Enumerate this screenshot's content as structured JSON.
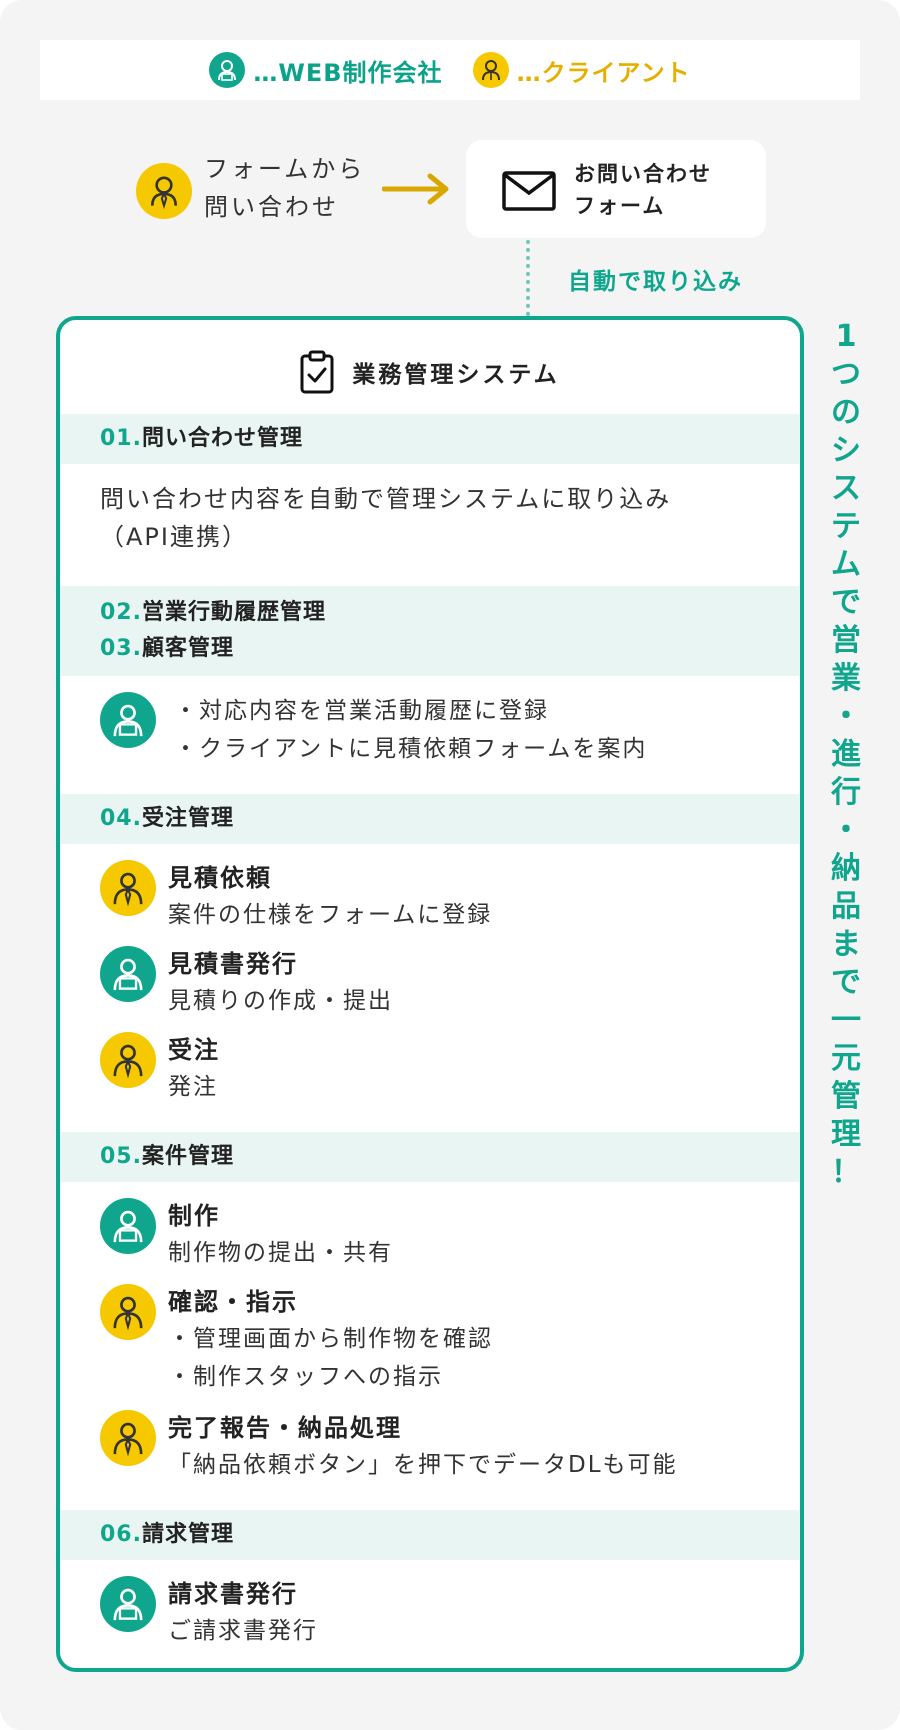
{
  "legend": {
    "web": "…WEB制作会社",
    "client": "…クライアント"
  },
  "flow": {
    "client_text_1": "フォームから",
    "client_text_2": "問い合わせ",
    "form_title_1": "お問い合わせ",
    "form_title_2": "フォーム",
    "auto_import": "自動で取り込み"
  },
  "system": {
    "title": "業務管理システム",
    "sections": {
      "s01": {
        "num": "01.",
        "title": "問い合わせ管理",
        "desc_1": "問い合わせ内容を自動で管理システムに取り込み",
        "desc_2": "（API連携）"
      },
      "s02": {
        "num_a": "02.",
        "title_a": "営業行動履歴管理",
        "num_b": "03.",
        "title_b": "顧客管理",
        "item_1": "・対応内容を営業活動履歴に登録",
        "item_2": "・クライアントに見積依頼フォームを案内"
      },
      "s04": {
        "num": "04.",
        "title": "受注管理",
        "steps": [
          {
            "title": "見積依頼",
            "body": "案件の仕様をフォームに登録"
          },
          {
            "title": "見積書発行",
            "body": "見積りの作成・提出"
          },
          {
            "title": "受注",
            "body": "発注"
          }
        ]
      },
      "s05": {
        "num": "05.",
        "title": "案件管理",
        "steps": [
          {
            "title": "制作",
            "body": "制作物の提出・共有"
          },
          {
            "title": "確認・指示",
            "body_1": "・管理画面から制作物を確認",
            "body_2": "・制作スタッフへの指示"
          },
          {
            "title": "完了報告・納品処理",
            "body": "「納品依頼ボタン」を押下でデータDLも可能"
          }
        ]
      },
      "s06": {
        "num": "06.",
        "title": "請求管理",
        "steps": [
          {
            "title": "請求書発行",
            "body": "ご請求書発行"
          }
        ]
      }
    }
  },
  "side_text": "1つのシステムで営業・進行・納品まで一元管理！",
  "colors": {
    "accent_green": "#10a68e",
    "client_yellow": "#f6c800",
    "section_bg": "#e8f5f2",
    "arrow": "#d9a800"
  },
  "icons": {
    "web_avatar": "web-company-person-icon",
    "client_avatar": "client-person-icon",
    "mail": "mail-icon",
    "clipboard": "clipboard-check-icon",
    "arrow": "arrow-right-icon"
  }
}
